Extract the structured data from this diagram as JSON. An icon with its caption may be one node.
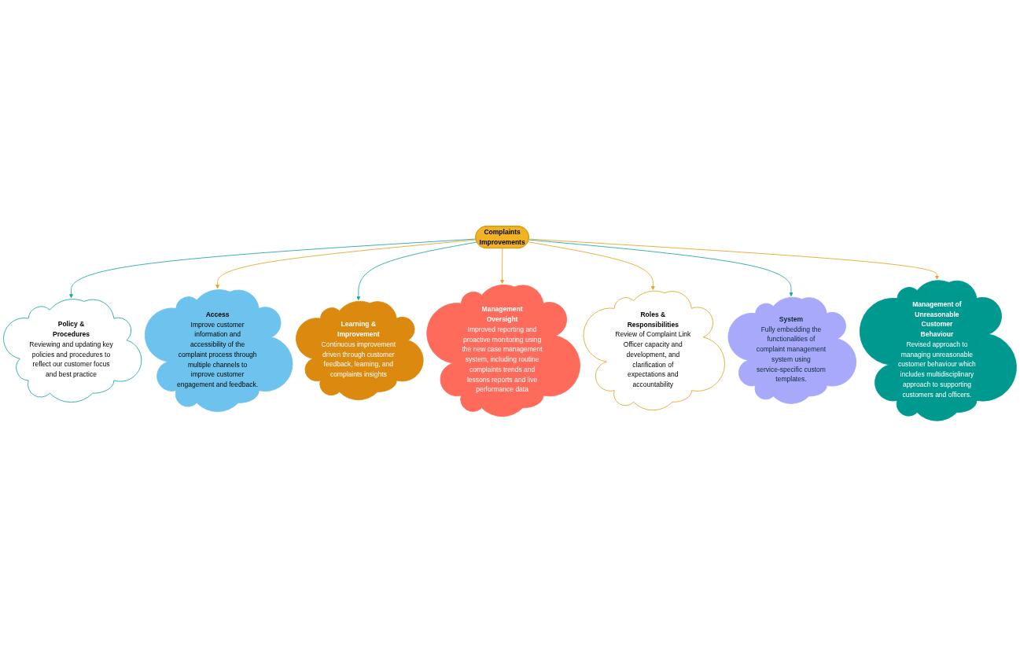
{
  "diagram": {
    "nodes": [
      {
        "text": [
          "Policy & Procedures",
          "Reviewing and updating key policies and procedures to reflect our customer focus and best practice"
        ]
      },
      {
        "text": [
          "Access",
          "Improve customer information and accessibility of the complaint process through multiple channels to improve customer engagement and feedback."
        ]
      },
      {
        "text": [
          "Learning & Improvement",
          "Continuous improvement driven through customer feedback, learning, and complaints insights"
        ]
      },
      {
        "text": [
          "Management Oversight",
          "Improved reporting and proactive monitoring using the new case management system, including routine complaints trends and lessons reports and live performance data"
        ]
      },
      {
        "text": [
          "Complaints Improvements"
        ]
      },
      {
        "text": [
          "Roles & Responsibilities",
          "Review of Complaint Link Officer capacity and development, and clarification of expectations and accountability"
        ]
      },
      {
        "text": [
          "System",
          "Fully embedding the functionalities of complaint management system using service-specific custom templates."
        ]
      },
      {
        "text": [
          "Management of Unreasonable Customer Behaviour",
          "Revised approach to managing unreasonable customer behaviour which includes multidisciplinary approach to supporting customers and officers."
        ]
      }
    ],
    "edges": [
      {
        "from": 4,
        "to": 0,
        "arrow": "to",
        "color": "#1aa3a3"
      },
      {
        "from": 4,
        "to": 1,
        "arrow": "to"
      },
      {
        "from": 4,
        "to": 2,
        "arrow": "to",
        "color": "#1aa3a3"
      },
      {
        "from": 4,
        "to": 3,
        "arrow": "to"
      },
      {
        "from": 4,
        "to": 5,
        "arrow": "to"
      },
      {
        "from": 4,
        "to": 6,
        "arrow": "to",
        "color": "#1aa3a3"
      },
      {
        "from": 4,
        "to": 7,
        "arrow": "to"
      }
    ]
  }
}
